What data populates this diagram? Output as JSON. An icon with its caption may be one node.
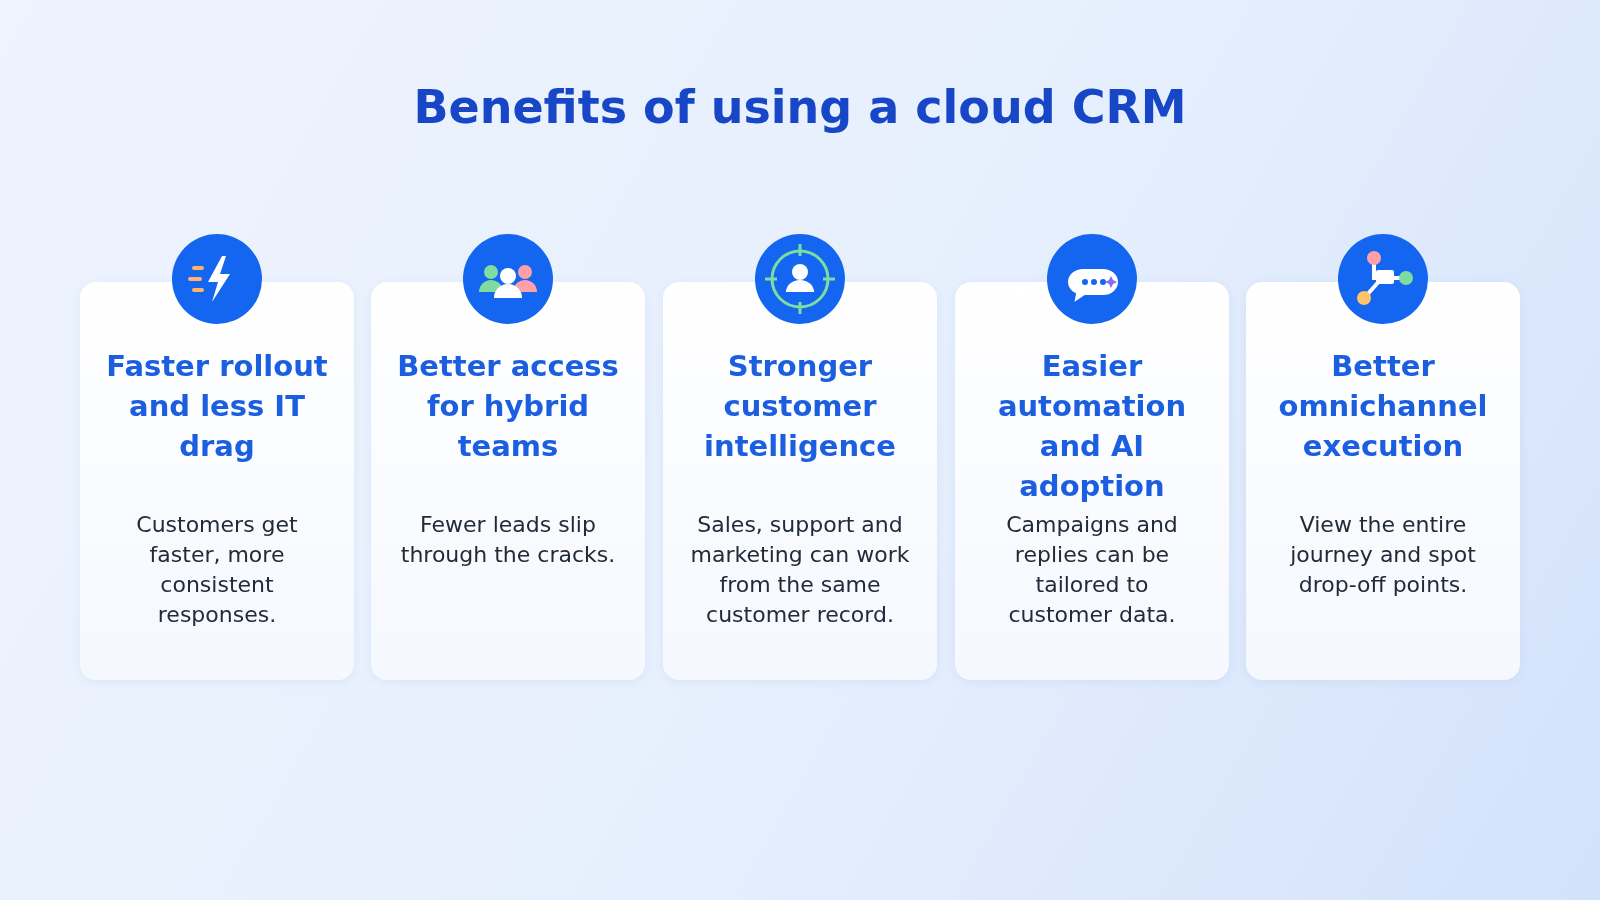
{
  "diagram": {
    "title": "Benefits of using a cloud CRM",
    "nodes": [
      {
        "text": [
          "Faster rollout and less IT drag",
          "Customers get faster, more consistent responses."
        ]
      },
      {
        "text": [
          "Better access for hybrid teams",
          "Fewer leads slip through the cracks."
        ]
      },
      {
        "text": [
          "Stronger customer intelligence",
          "Sales, support and marketing can work from the same customer record."
        ]
      },
      {
        "text": [
          "Easier automation and AI adoption",
          "Campaigns and replies can be tailored to customer data."
        ]
      },
      {
        "text": [
          "Better omnichannel execution",
          "View the entire journey and spot drop-off points."
        ]
      }
    ]
  }
}
